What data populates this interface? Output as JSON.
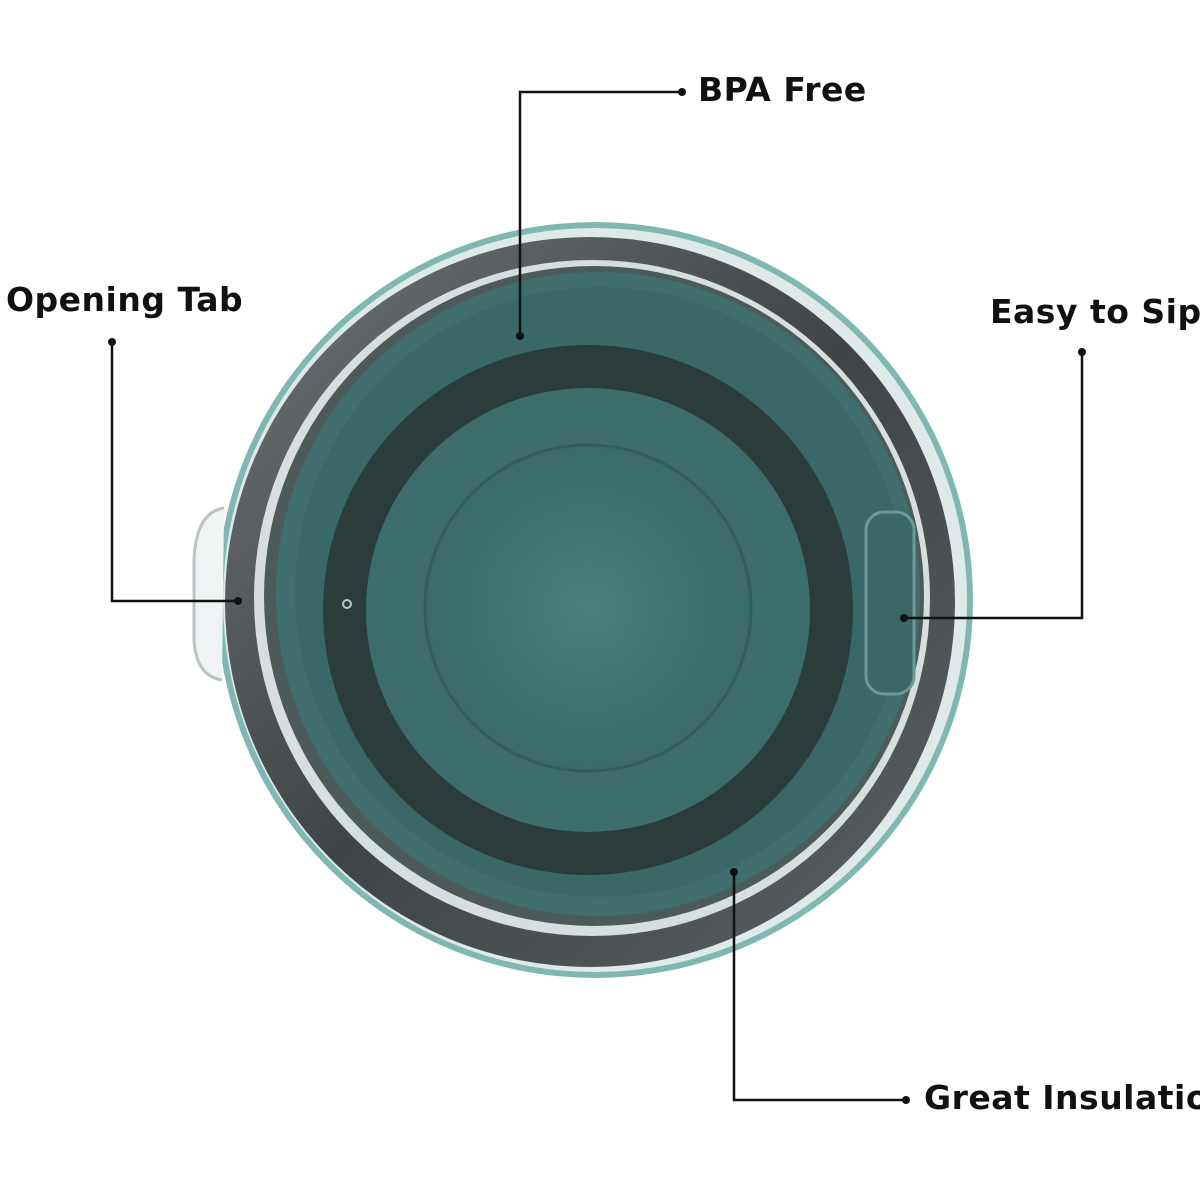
{
  "image": {
    "subject": "lid",
    "colors": {
      "background": "#ffffff",
      "lid_teal": "#3f6e6c",
      "lid_dark_ring": "#2a3d3b",
      "rim_gray": "#5a5e60",
      "rim_highlight": "#e6ecec",
      "teal_edge": "#6aa9a6",
      "callout_line": "#111111"
    }
  },
  "callouts": {
    "bpa_free": {
      "label": "BPA Free"
    },
    "opening_tab": {
      "label": "Opening Tab"
    },
    "easy_to_sip": {
      "label": "Easy to Sip"
    },
    "great_insulation": {
      "label": "Great Insulation"
    }
  }
}
